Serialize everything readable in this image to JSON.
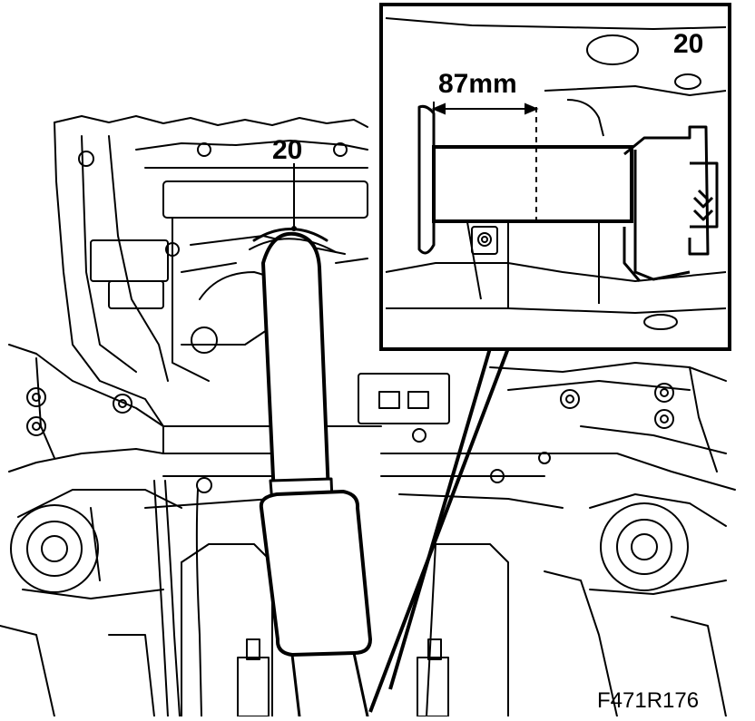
{
  "labels": {
    "main_callout": "20",
    "inset_callout": "20",
    "dimension": "87mm",
    "figure_id": "F471R176"
  },
  "colors": {
    "ink": "#000000",
    "paper": "#ffffff"
  }
}
